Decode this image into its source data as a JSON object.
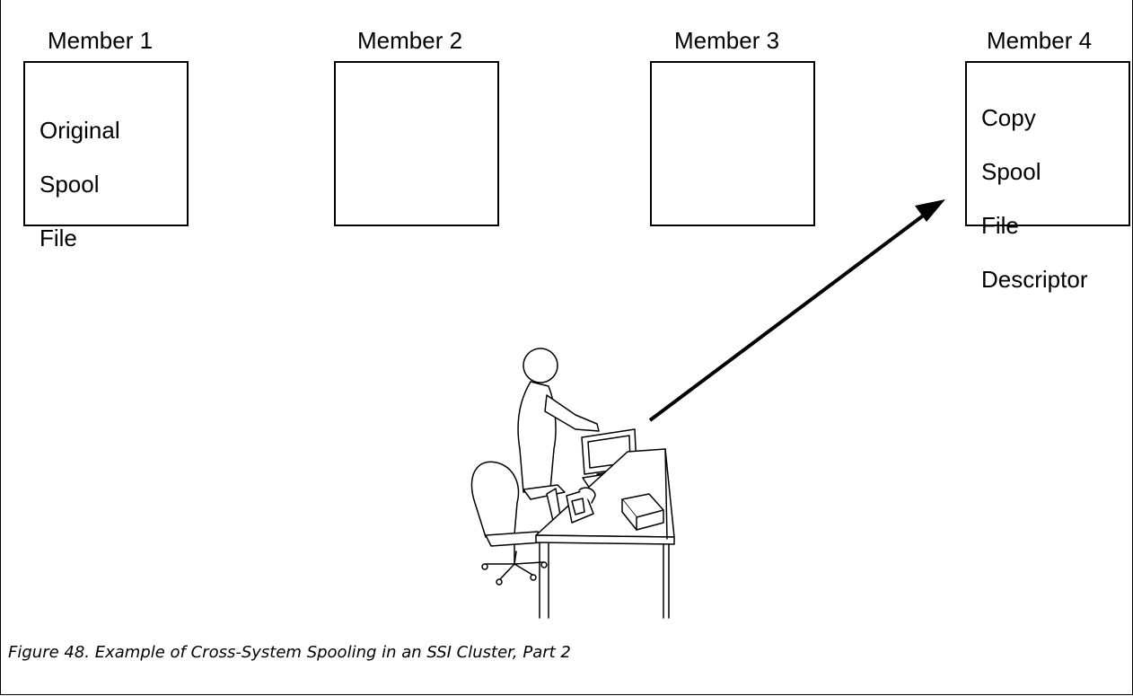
{
  "members": [
    {
      "label": "Member 1",
      "box_lines": [
        "Original",
        "Spool",
        "File"
      ]
    },
    {
      "label": "Member 2",
      "box_lines": []
    },
    {
      "label": "Member 3",
      "box_lines": []
    },
    {
      "label": "Member 4",
      "box_lines": [
        "Copy",
        "Spool",
        "File",
        "Descriptor"
      ]
    }
  ],
  "caption": "Figure 48. Example of Cross-System Spooling in an SSI Cluster, Part 2",
  "illustration": {
    "icon": "person-at-computer-desk-icon",
    "arrow_target": "Member 4"
  }
}
